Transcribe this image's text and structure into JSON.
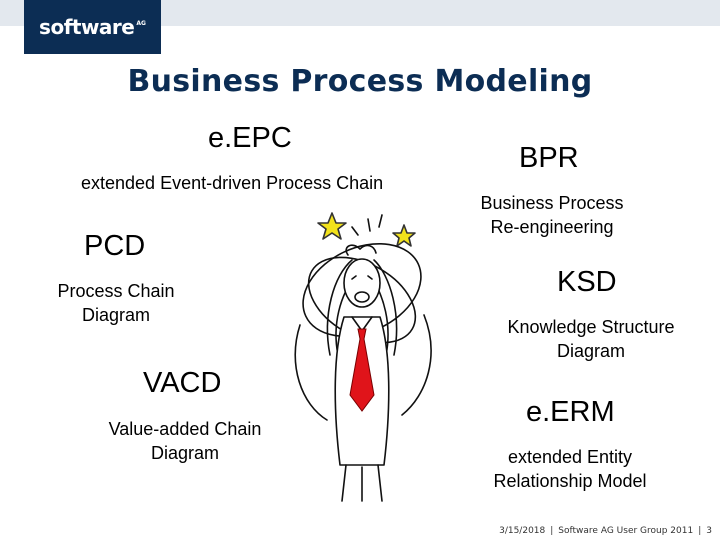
{
  "logo": {
    "brand": "software",
    "suffix": "AG"
  },
  "title": "Business Process Modeling",
  "items": {
    "epc": {
      "abbr": "e.EPC",
      "desc": "extended Event-driven Process Chain"
    },
    "pcd": {
      "abbr": "PCD",
      "line1": "Process Chain",
      "line2": "Diagram"
    },
    "vacd": {
      "abbr": "VACD",
      "line1": "Value-added Chain",
      "line2": "Diagram"
    },
    "bpr": {
      "abbr": "BPR",
      "line1": "Business Process",
      "line2": "Re-engineering"
    },
    "ksd": {
      "abbr": "KSD",
      "line1": "Knowledge Structure",
      "line2": "Diagram"
    },
    "erm": {
      "abbr": "e.ERM",
      "line1": "extended Entity",
      "line2": "Relationship Model"
    }
  },
  "footer": {
    "date": "3/15/2018",
    "event": "Software AG User Group 2011",
    "page": "3"
  },
  "colors": {
    "brand_navy": "#0c2d54",
    "topbar": "#e3e8ee",
    "tie": "#e0141a",
    "star": "#f2e21b"
  },
  "illustration": "stressed-man-cartoon"
}
